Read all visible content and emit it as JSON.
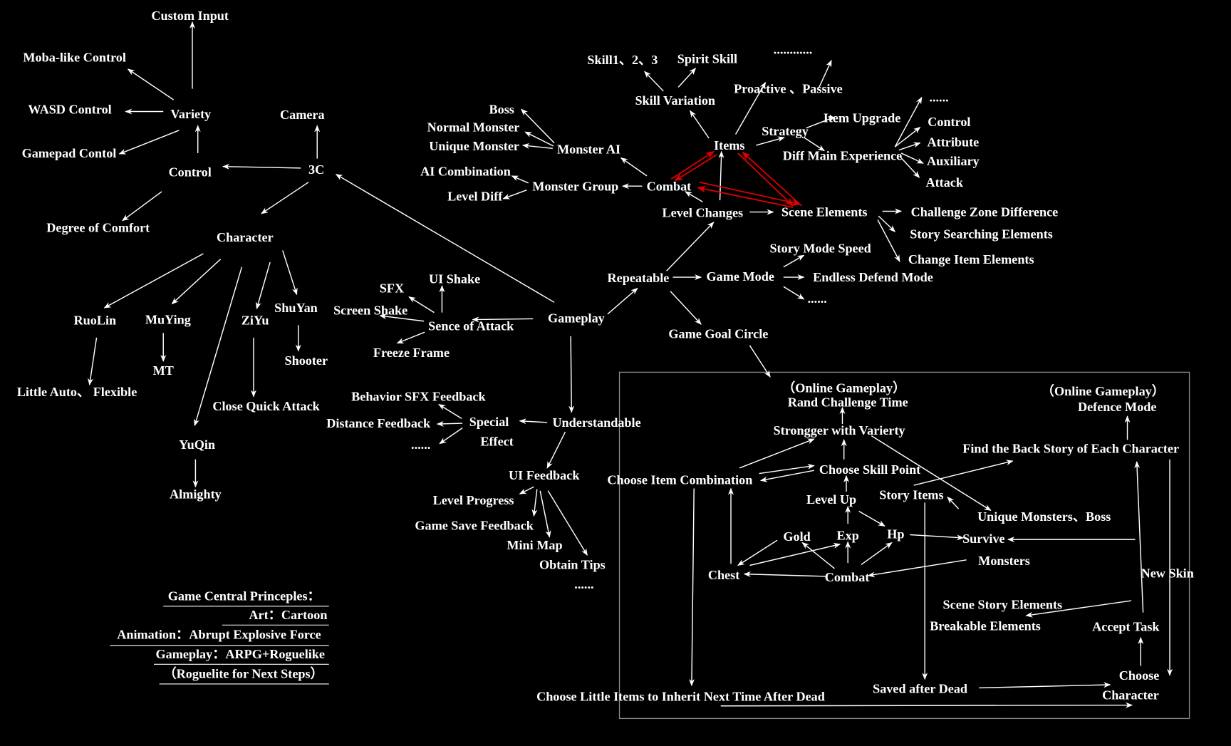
{
  "colors": {
    "background": "#000000",
    "text": "#ffffff",
    "highlight_arrow": "#e00000",
    "frame": "#8a8a8a"
  },
  "nodes": {
    "custom_input": "Custom Input",
    "moba_control": "Moba-like Control",
    "variety": "Variety",
    "wasd_control": "WASD Control",
    "gamepad_control": "Gamepad Contol",
    "camera": "Camera",
    "control": "Control",
    "three_c": "3C",
    "degree_of_comfort": "Degree of Comfort",
    "character": "Character",
    "ruolin": "RuoLin",
    "muying": "MuYing",
    "ziyu": "ZiYu",
    "shuyan": "ShuYan",
    "mt": "MT",
    "shooter": "Shooter",
    "little_auto": "Little Auto、 Flexible",
    "close_quick_attack": "Close Quick Attack",
    "yuqin": "YuQin",
    "almighty": "Almighty",
    "sfx": "SFX",
    "ui_shake": "UI Shake",
    "screen_shake": "Screen Shake",
    "sence_of_attack": "Sence of Attack",
    "freeze_frame": "Freeze Frame",
    "gameplay": "Gameplay",
    "behavior_sfx": "Behavior SFX Feedback",
    "distance_feedback": "Distance Feedback",
    "special": "Special",
    "effect": "Effect",
    "special_more": "......",
    "understandable": "Understandable",
    "ui_feedback": "UI Feedback",
    "level_progress": "Level Progress",
    "game_save_feedback": "Game Save Feedback",
    "mini_map": "Mini Map",
    "obtain_tips": "Obtain Tips",
    "ui_more": "......",
    "skill123": "Skill1、2、3",
    "spirit_skill": "Spirit Skill",
    "proactive_more": "............",
    "skill_variation": "Skill Variation",
    "proactive_passive": "Proactive 、Passive",
    "boss": "Boss",
    "normal_monster": "Normal Monster",
    "unique_monster": "Unique Monster",
    "monster_ai": "Monster AI",
    "items": "Items",
    "strategy": "Strategy",
    "item_upgrade": "Item Upgrade",
    "diff_main_experience": "Diff Main Experience",
    "diff_more": "......",
    "control_type": "Control",
    "attribute": "Attribute",
    "auxiliary": "Auxiliary",
    "attack": "Attack",
    "ai_combination": "AI Combination",
    "level_diff": "Level Diff",
    "monster_group": "Monster Group",
    "combat": "Combat",
    "level_changes": "Level Changes",
    "scene_elements": "Scene Elements",
    "challenge_zone": "Challenge Zone Difference",
    "story_searching": "Story Searching Elements",
    "change_item": "Change Item Elements",
    "story_mode_speed": "Story Mode Speed",
    "repeatable": "Repeatable",
    "game_mode": "Game  Mode",
    "endless_defend": "Endless Defend Mode",
    "mode_more": "......",
    "game_goal_circle": "Game Goal Circle"
  },
  "loop": {
    "online1": "（Online Gameplay）",
    "rand_challenge": "Rand Challenge Time",
    "online2": "（Online Gameplay）",
    "defence_mode": "Defence Mode",
    "stronger": "Strongger with Varierty",
    "back_story": "Find the Back Story of Each Character",
    "choose_item_combination": "Choose Item Combination",
    "choose_skill_point": "Choose Skill Point",
    "level_up": "Level Up",
    "story_items": "Story Items",
    "unique_monsters_boss": "Unique Monsters、Boss",
    "gold": "Gold",
    "exp": "Exp",
    "hp": "Hp",
    "survive": "Survive",
    "monsters": "Monsters",
    "chest": "Chest",
    "combat": "Combat",
    "new_skin": "New Skin",
    "scene_story": "Scene Story Elements",
    "breakable": "Breakable Elements",
    "accept_task": "Accept Task",
    "choose": "Choose",
    "character": "Character",
    "saved_after_dead": "Saved after Dead",
    "inherit": "Choose Little Items to Inherit Next Time After Dead"
  },
  "principles": {
    "title": "Game Central Princeples：",
    "art": "Art：Cartoon",
    "animation": "Animation：Abrupt Explosive Force",
    "gameplay": "Gameplay：ARPG+Roguelike",
    "next": "（Roguelite for Next Steps）"
  }
}
